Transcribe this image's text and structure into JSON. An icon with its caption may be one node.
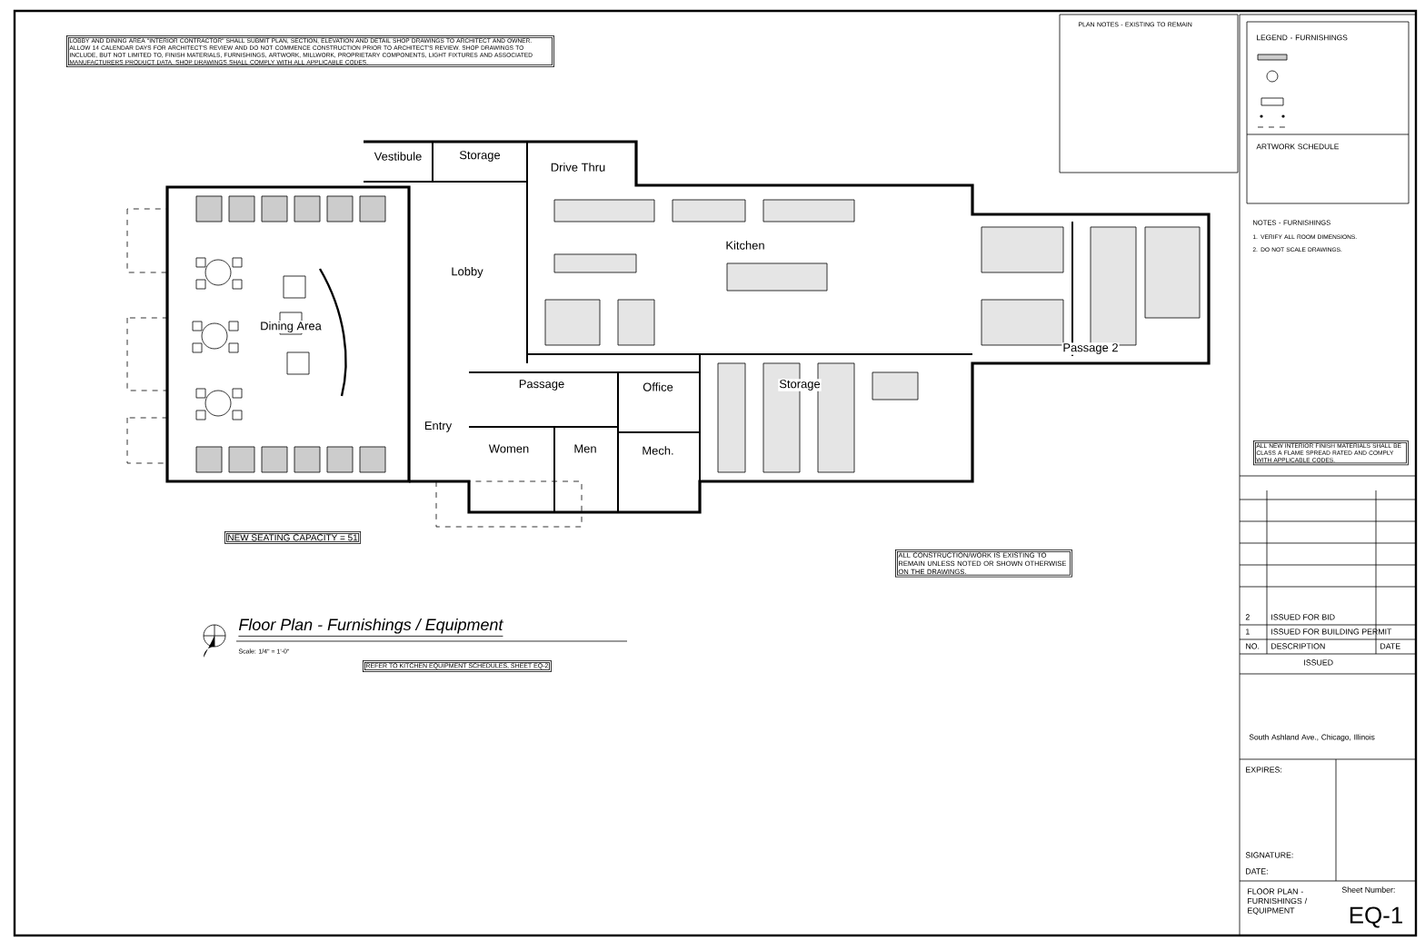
{
  "diagram": {
    "title": "Floor Plan - Furnishings / Equipment",
    "nodes": [
      {
        "text": [
          "Vestibule"
        ]
      },
      {
        "text": [
          "Storage"
        ]
      },
      {
        "text": [
          "Drive Thru"
        ]
      },
      {
        "text": [
          "Dining Area"
        ]
      },
      {
        "text": [
          "Lobby"
        ]
      },
      {
        "text": [
          "Entry"
        ]
      },
      {
        "text": [
          "Passage"
        ]
      },
      {
        "text": [
          "Women"
        ]
      },
      {
        "text": [
          "Men"
        ]
      },
      {
        "text": [
          "Office"
        ]
      },
      {
        "text": [
          "Mech."
        ]
      },
      {
        "text": [
          "Kitchen"
        ]
      },
      {
        "text": [
          "Storage"
        ]
      },
      {
        "text": [
          "Passage 2"
        ]
      }
    ],
    "labels": [
      "LOBBY AND DINING AREA \"INTERIOR CONTRACTOR\" SHALL SUBMIT PLAN, SECTION, ELEVATION AND DETAIL SHOP DRAWINGS TO ARCHITECT AND OWNER. ALLOW 14 CALENDAR DAYS FOR ARCHITECT'S REVIEW AND DO NOT COMMENCE CONSTRUCTION PRIOR TO ARCHITECT'S REVIEW. SHOP DRAWINGS TO INCLUDE, BUT NOT LIMITED TO, FINISH MATERIALS, FURNISHINGS, ARTWORK, MILLWORK, PROPRIETARY COMPONENTS, LIGHT FIXTURES AND ASSOCIATED MANUFACTURERS PRODUCT DATA. SHOP DRAWINGS SHALL COMPLY WITH ALL APPLICABLE CODES.",
      "PLAN NOTES - EXISTING TO REMAIN",
      "LEGEND - FURNISHINGS",
      "ARTWORK SCHEDULE",
      "NOTES - FURNISHINGS",
      "1. VERIFY ALL ROOM DIMENSIONS.",
      "2. DO NOT SCALE DRAWINGS.",
      "ALL NEW INTERIOR FINISH MATERIALS SHALL BE CLASS A FLAME SPREAD RATED AND COMPLY WITH APPLICABLE CODES.",
      "NEW SEATING CAPACITY = 51",
      "ALL CONSTRUCTION/WORK IS EXISTING TO REMAIN UNLESS NOTED OR SHOWN OTHERWISE ON THE DRAWINGS.",
      "Scale: 1/4\" = 1'-0\"",
      "REFER TO KITCHEN EQUIPMENT SCHEDULES, SHEET EQ-2",
      "2",
      "ISSUED FOR BID",
      "1",
      "ISSUED FOR BUILDING PERMIT",
      "NO.",
      "DESCRIPTION",
      "DATE",
      "ISSUED",
      "South Ashland Ave., Chicago, Illinois",
      "EXPIRES:",
      "SIGNATURE:",
      "DATE:",
      "FLOOR PLAN - FURNISHINGS / EQUIPMENT",
      "Sheet Number:",
      "EQ-1"
    ]
  }
}
